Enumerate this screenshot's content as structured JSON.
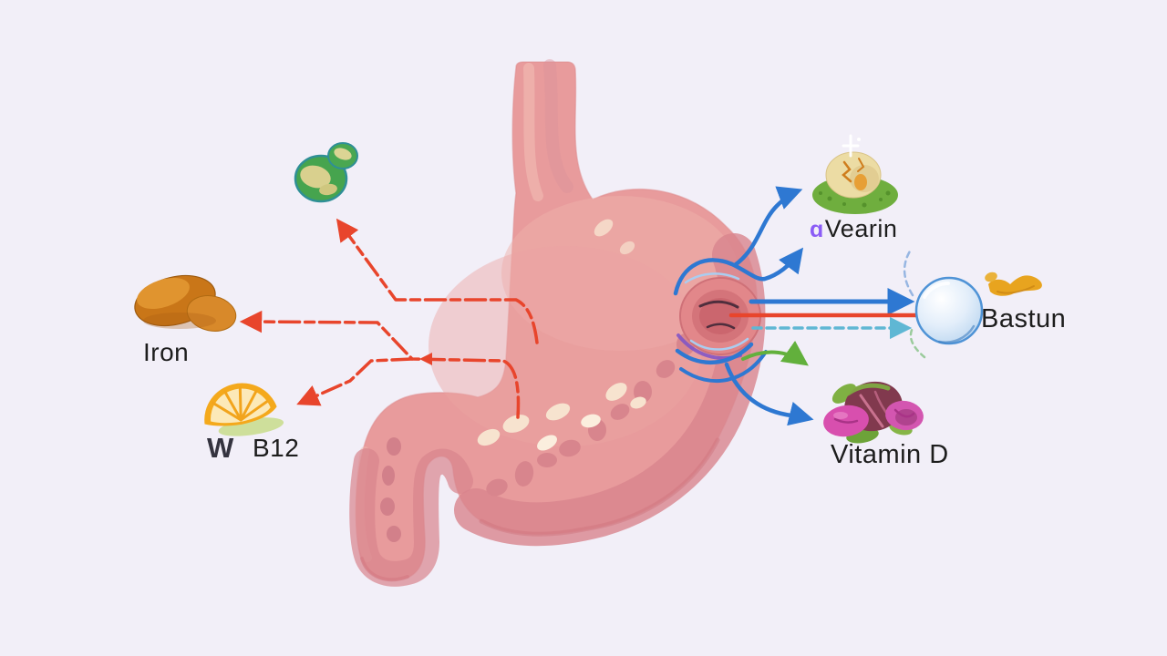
{
  "illustration": {
    "subject": "stomach nutrient absorption diagram",
    "labels": {
      "iron": "Iron",
      "b12_glyph": "W",
      "b12": "B12",
      "vearin": {
        "prefix": "ɑ",
        "text": "Vearin"
      },
      "vitamin_d": "Vitamin D",
      "bastun": "Bastun"
    },
    "icons": {
      "microbe_icon": "green microbe blob with yellow patches",
      "iron_chunk_icon": "orange-brown mineral lumps",
      "orange_slice_icon": "orange citrus wedge with green shadow",
      "culture_mound_icon": "cracked egg on green mound with sparkle",
      "fig_berries_icon": "magenta berries with maroon fig and green leaves",
      "absorption_bubble_icon": "light blue sphere",
      "squiggle_icon": "orange squiggle"
    },
    "arrows": [
      {
        "name": "stomach-to-microbe",
        "color": "red",
        "style": "dashed"
      },
      {
        "name": "stomach-to-iron",
        "color": "red",
        "style": "dashed"
      },
      {
        "name": "stomach-to-b12",
        "color": "red",
        "style": "dashed"
      },
      {
        "name": "pylorus-to-vearin-upper",
        "color": "blue",
        "style": "solid-curved"
      },
      {
        "name": "pylorus-to-vearin-lower",
        "color": "blue",
        "style": "solid-curved"
      },
      {
        "name": "pylorus-to-bubble-blue",
        "color": "blue",
        "style": "solid"
      },
      {
        "name": "pylorus-to-bubble-red",
        "color": "red",
        "style": "solid"
      },
      {
        "name": "pylorus-to-bubble-teal",
        "color": "teal",
        "style": "dashed"
      },
      {
        "name": "pylorus-to-vitamin-d-green",
        "color": "green",
        "style": "solid-curved"
      },
      {
        "name": "pylorus-to-vitamin-d-blue",
        "color": "blue",
        "style": "solid-curved"
      }
    ]
  },
  "colors": {
    "background": "#f2eff8",
    "stomach": "#e89b9c",
    "stomach_light": "#f2b9b3",
    "stomach_dark": "#d8858d",
    "stomach_deep": "#cb666e",
    "red": "#e8452c",
    "blue": "#2e78d2",
    "light_blue": "#a9c9ee",
    "teal": "#5fb7d4",
    "green": "#62b03c",
    "purple": "#7c52c9",
    "purple_accent": "#8b5cf6",
    "label": "#1d1d1d",
    "iron_orange": "#cf7d22",
    "slice_orange": "#f4a91c",
    "microbe_green": "#46a44e",
    "mound_green": "#6fae3e",
    "magenta": "#d84fae",
    "bubble_edge": "#4f93d6",
    "squiggle_orange": "#e8a41f"
  }
}
